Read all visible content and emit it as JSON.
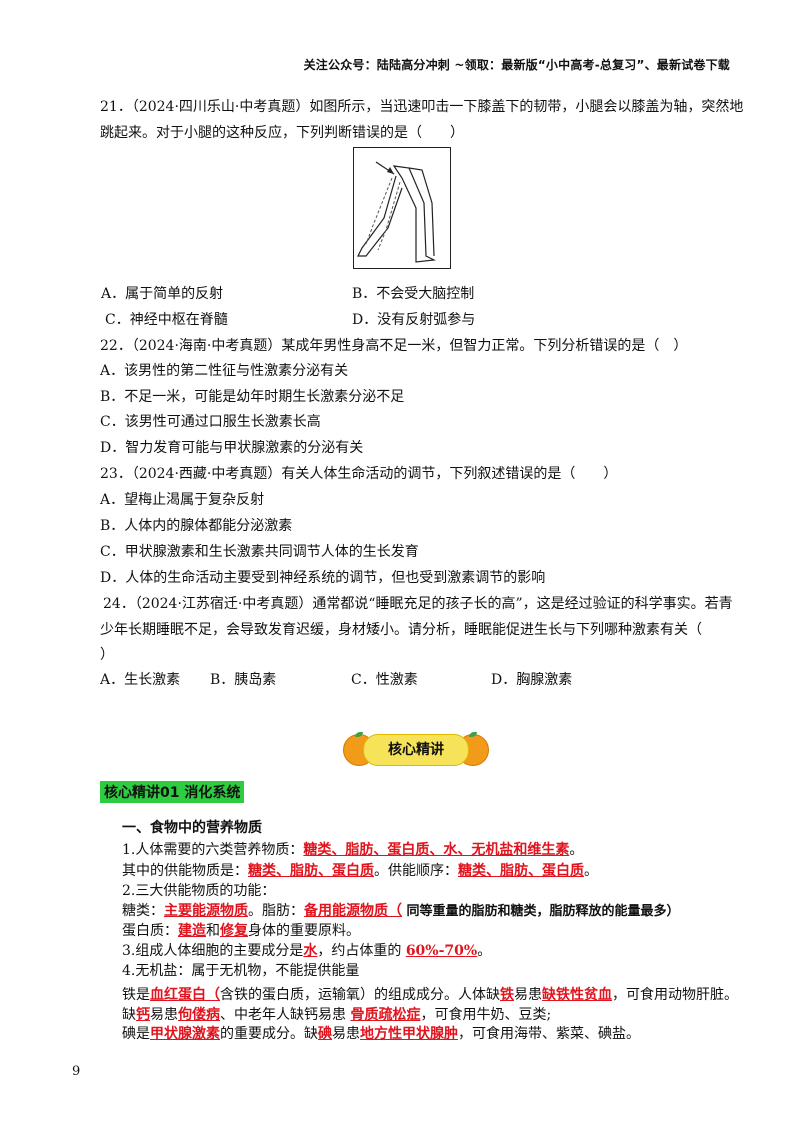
{
  "header": {
    "text": "关注公众号：陆陆高分冲刺  ~领取：最新版“小中高考-总复习”、最新试卷下载"
  },
  "q21": {
    "line1": "21．（2024·四川乐山·中考真题）如图所示，当迅速叩击一下膝盖下的韧带，小腿会以膝盖为轴，突然地",
    "line2": "跳起来。对于小腿的这种反应，下列判断错误的是（　　）",
    "optA": "A．属于简单的反射",
    "optB": "B．不会受大脑控制",
    "optC": "C．神经中枢在脊髓",
    "optD": "D．没有反射弧参与"
  },
  "q22": {
    "stem": "22．（2024·海南·中考真题）某成年男性身高不足一米，但智力正常。下列分析错误的是（　）",
    "optA": "A．该男性的第二性征与性激素分泌有关",
    "optB": "B．不足一米，可能是幼年时期生长激素分泌不足",
    "optC": "C．该男性可通过口服生长激素长高",
    "optD": "D．智力发育可能与甲状腺激素的分泌有关"
  },
  "q23": {
    "stem": "23．（2024·西藏·中考真题）有关人体生命活动的调节，下列叙述错误的是（　　）",
    "optA": "A．望梅止渴属于复杂反射",
    "optB": "B．人体内的腺体都能分泌激素",
    "optC": "C．甲状腺激素和生长激素共同调节人体的生长发育",
    "optD": "D．人体的生命活动主要受到神经系统的调节，但也受到激素调节的影响"
  },
  "q24": {
    "line1": "24．（2024·江苏宿迁·中考真题）通常都说“睡眠充足的孩子长的高”，这是经过验证的科学事实。若青",
    "line2": "少年长期睡眠不足，会导致发育迟缓，身材矮小。请分析，睡眠能促进生长与下列哪种激素有关（",
    "line3": "）",
    "optA": "A．生长激素",
    "optB": "B．胰岛素",
    "optC": "C．性激素",
    "optD": "D．胸腺激素"
  },
  "badge": {
    "label": "核心精讲"
  },
  "section": {
    "title": "核心精讲01  消化系统",
    "sub1": "一、食物中的营养物质",
    "l1a": "1.人体需要的六类营养物质：",
    "l1b": "糖类、脂肪、蛋白质、水、无机盐和维生素",
    "l1c": "。",
    "l2a": "其中的供能物质是：",
    "l2b": "糖类、脂肪、蛋白质",
    "l2c": "。供能顺序：",
    "l2d": "糖类、脂肪、蛋白质",
    "l2e": "。",
    "l3": "2.三大供能物质的功能：",
    "l4a": "糖类：",
    "l4b": "主要能源物质",
    "l4c": "。脂肪：",
    "l4d": "备用能源物质（",
    "l4e": "  同等重量的脂肪和糖类，脂肪释放的能量最多）",
    "l5a": "蛋白质：",
    "l5b": "建造",
    "l5c": "和",
    "l5d": "修复",
    "l5e": "身体的重要原料。",
    "l6a": "3.组成人体细胞的主要成分是",
    "l6b": "水",
    "l6c": "，约占体重的 ",
    "l6d": "60%-70%",
    "l6e": "。",
    "l7": "4.无机盐：属于无机物，不能提供能量",
    "l8a": "铁是",
    "l8b": "血红蛋白（",
    "l8c": "含铁的蛋白质，运输氧）的组成成分。人体缺",
    "l8d": "铁",
    "l8e": "易患",
    "l8f": "缺铁性贫血",
    "l8g": "，可食用动物肝脏。",
    "l9a": " 缺",
    "l9b": "钙",
    "l9c": "易患",
    "l9d": "佝偻病",
    "l9e": "、中老年人缺钙易患 ",
    "l9f": "骨质疏松症",
    "l9g": "，可食用牛奶、豆类;",
    "l10a": "碘是",
    "l10b": "甲状腺激素",
    "l10c": "的重要成分。缺",
    "l10d": "碘",
    "l10e": "易患",
    "l10f": "地方性甲状腺肿",
    "l10g": "，可食用海带、紫菜、碘盐。"
  },
  "page": {
    "number": "9"
  }
}
